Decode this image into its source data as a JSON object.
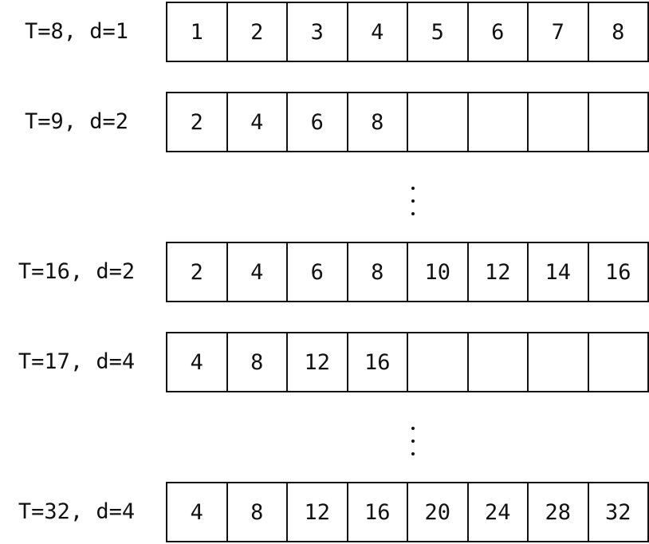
{
  "rows": [
    {
      "label": "T=8, d=1",
      "cells": [
        "1",
        "2",
        "3",
        "4",
        "5",
        "6",
        "7",
        "8"
      ]
    },
    {
      "label": "T=9, d=2",
      "cells": [
        "2",
        "4",
        "6",
        "8",
        "",
        "",
        "",
        ""
      ]
    },
    {
      "label": "T=16, d=2",
      "cells": [
        "2",
        "4",
        "6",
        "8",
        "10",
        "12",
        "14",
        "16"
      ]
    },
    {
      "label": "T=17, d=4",
      "cells": [
        "4",
        "8",
        "12",
        "16",
        "",
        "",
        "",
        ""
      ]
    },
    {
      "label": "T=32, d=4",
      "cells": [
        "4",
        "8",
        "12",
        "16",
        "20",
        "24",
        "28",
        "32"
      ]
    }
  ]
}
